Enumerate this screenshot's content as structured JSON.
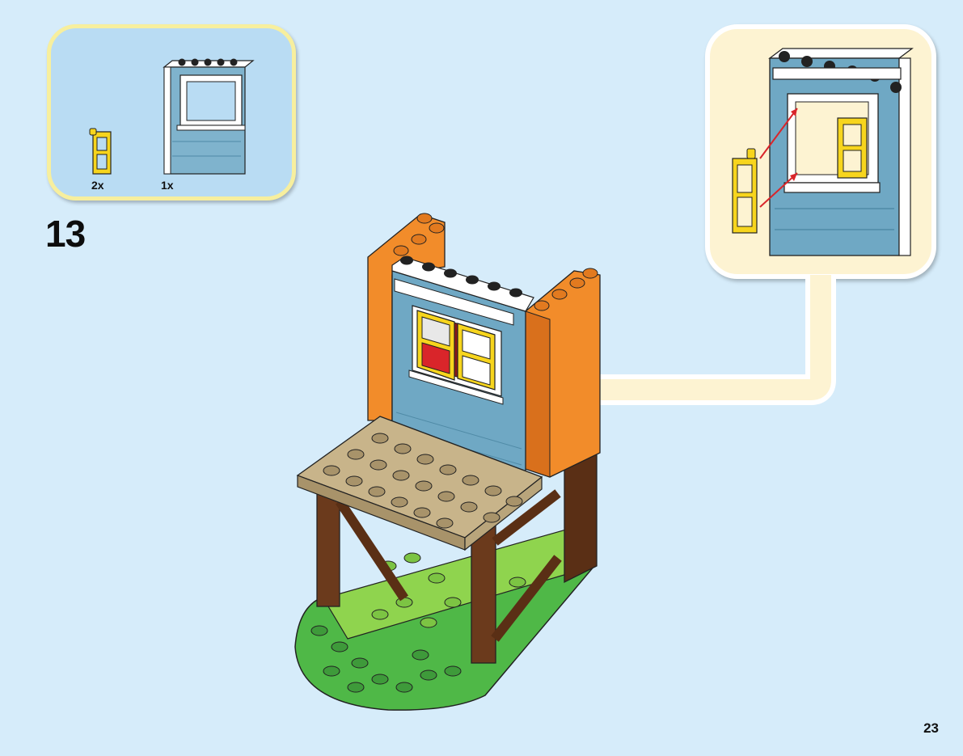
{
  "parts_list": {
    "items": [
      {
        "part": "yellow-window-shutter",
        "qty": "2x"
      },
      {
        "part": "blue-wall-panel-with-window",
        "qty": "1x"
      }
    ]
  },
  "step": {
    "number": "13"
  },
  "page": {
    "number": "23"
  },
  "colors": {
    "background": "#d6ecfa",
    "parts_box": "#b9dcf3",
    "callout_box": "#fdf3d2",
    "wall_blue": "#6fa8c4",
    "shutter_yellow": "#f7d51d",
    "brick_orange": "#f28c2a",
    "plate_tan": "#c8b48a",
    "timber_brown": "#6b3a1c",
    "baseplate_green": "#4fb847",
    "arrow_red": "#d9252a"
  }
}
